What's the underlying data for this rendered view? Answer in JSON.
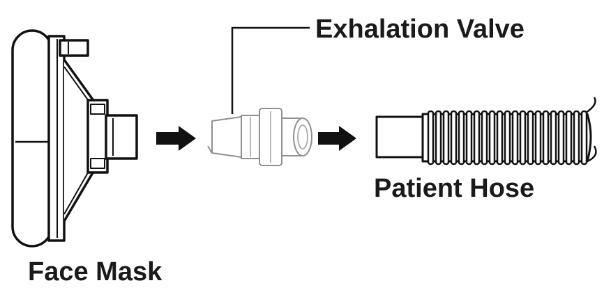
{
  "labels": {
    "exhalation_valve": "Exhalation Valve",
    "patient_hose": "Patient Hose",
    "face_mask": "Face Mask"
  },
  "colors": {
    "line": "#111111",
    "light_line": "#9a9a9a",
    "text": "#1a1a1a"
  },
  "icons": {
    "arrow_1": "right-arrow-icon",
    "arrow_2": "right-arrow-icon"
  }
}
